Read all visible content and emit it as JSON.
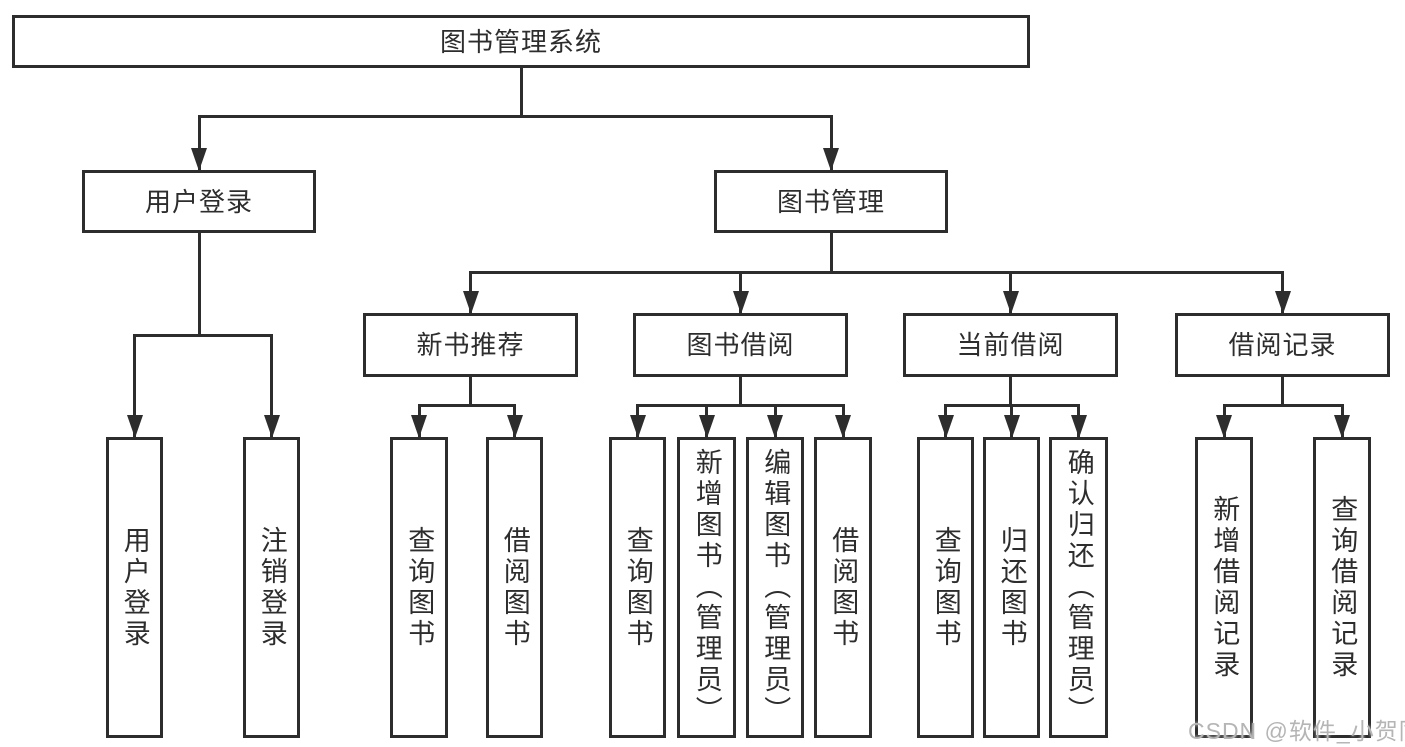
{
  "diagram_title": "图书管理系统",
  "colors": {
    "line": "#2d2d2d",
    "box_fill": "#ffffff",
    "background": "#ffffff",
    "watermark": "#b5b5b5"
  },
  "watermark": {
    "text": "CSDN @软件_小贺同学"
  },
  "nodes": [
    {
      "id": "root",
      "label": "图书管理系统",
      "parent": null
    },
    {
      "id": "user-login",
      "label": "用户登录",
      "parent": "root"
    },
    {
      "id": "book-mgmt",
      "label": "图书管理",
      "parent": "root"
    },
    {
      "id": "login",
      "label": "用户登录",
      "parent": "user-login"
    },
    {
      "id": "logout",
      "label": "注销登录",
      "parent": "user-login"
    },
    {
      "id": "new-book-rec",
      "label": "新书推荐",
      "parent": "book-mgmt"
    },
    {
      "id": "book-borrow",
      "label": "图书借阅",
      "parent": "book-mgmt"
    },
    {
      "id": "current-borrow",
      "label": "当前借阅",
      "parent": "book-mgmt"
    },
    {
      "id": "borrow-records",
      "label": "借阅记录",
      "parent": "book-mgmt"
    },
    {
      "id": "nb-query",
      "label": "查询图书",
      "parent": "new-book-rec"
    },
    {
      "id": "nb-borrow",
      "label": "借阅图书",
      "parent": "new-book-rec"
    },
    {
      "id": "bb-query",
      "label": "查询图书",
      "parent": "book-borrow"
    },
    {
      "id": "bb-add",
      "label": "新增图书（管理员）",
      "parent": "book-borrow"
    },
    {
      "id": "bb-edit",
      "label": "编辑图书（管理员）",
      "parent": "book-borrow"
    },
    {
      "id": "bb-borrow",
      "label": "借阅图书",
      "parent": "book-borrow"
    },
    {
      "id": "cb-query",
      "label": "查询图书",
      "parent": "current-borrow"
    },
    {
      "id": "cb-return",
      "label": "归还图书",
      "parent": "current-borrow"
    },
    {
      "id": "cb-confirm",
      "label": "确认归还（管理员）",
      "parent": "current-borrow"
    },
    {
      "id": "br-add",
      "label": "新增借阅记录",
      "parent": "borrow-records"
    },
    {
      "id": "br-query",
      "label": "查询借阅记录",
      "parent": "borrow-records"
    }
  ]
}
